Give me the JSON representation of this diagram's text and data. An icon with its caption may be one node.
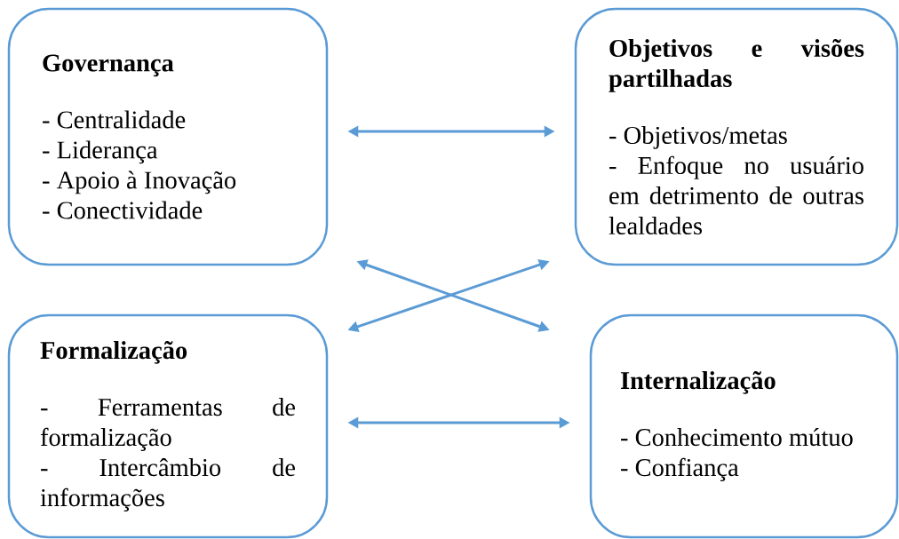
{
  "diagram": {
    "nodes": [
      {
        "text": [
          "Governança",
          "- Centralidade",
          "- Liderança",
          "- Apoio à Inovação",
          "- Conectividade"
        ]
      },
      {
        "text": [
          "Objetivos e visões partilhadas",
          "- Objetivos/metas",
          "- Enfoque no usuário em detrimento de outras lealdades"
        ]
      },
      {
        "text": [
          "Formalização",
          "- Ferramentas de formalização",
          "- Intercâmbio de informações"
        ]
      },
      {
        "text": [
          "Internalização",
          "- Conhecimento mútuo",
          "- Confiança"
        ]
      }
    ],
    "edges": [
      {
        "from": 0,
        "to": 1,
        "arrow": "both"
      },
      {
        "from": 0,
        "to": 3,
        "arrow": "both"
      },
      {
        "from": 1,
        "to": 2,
        "arrow": "both"
      },
      {
        "from": 2,
        "to": 3,
        "arrow": "both"
      }
    ]
  }
}
